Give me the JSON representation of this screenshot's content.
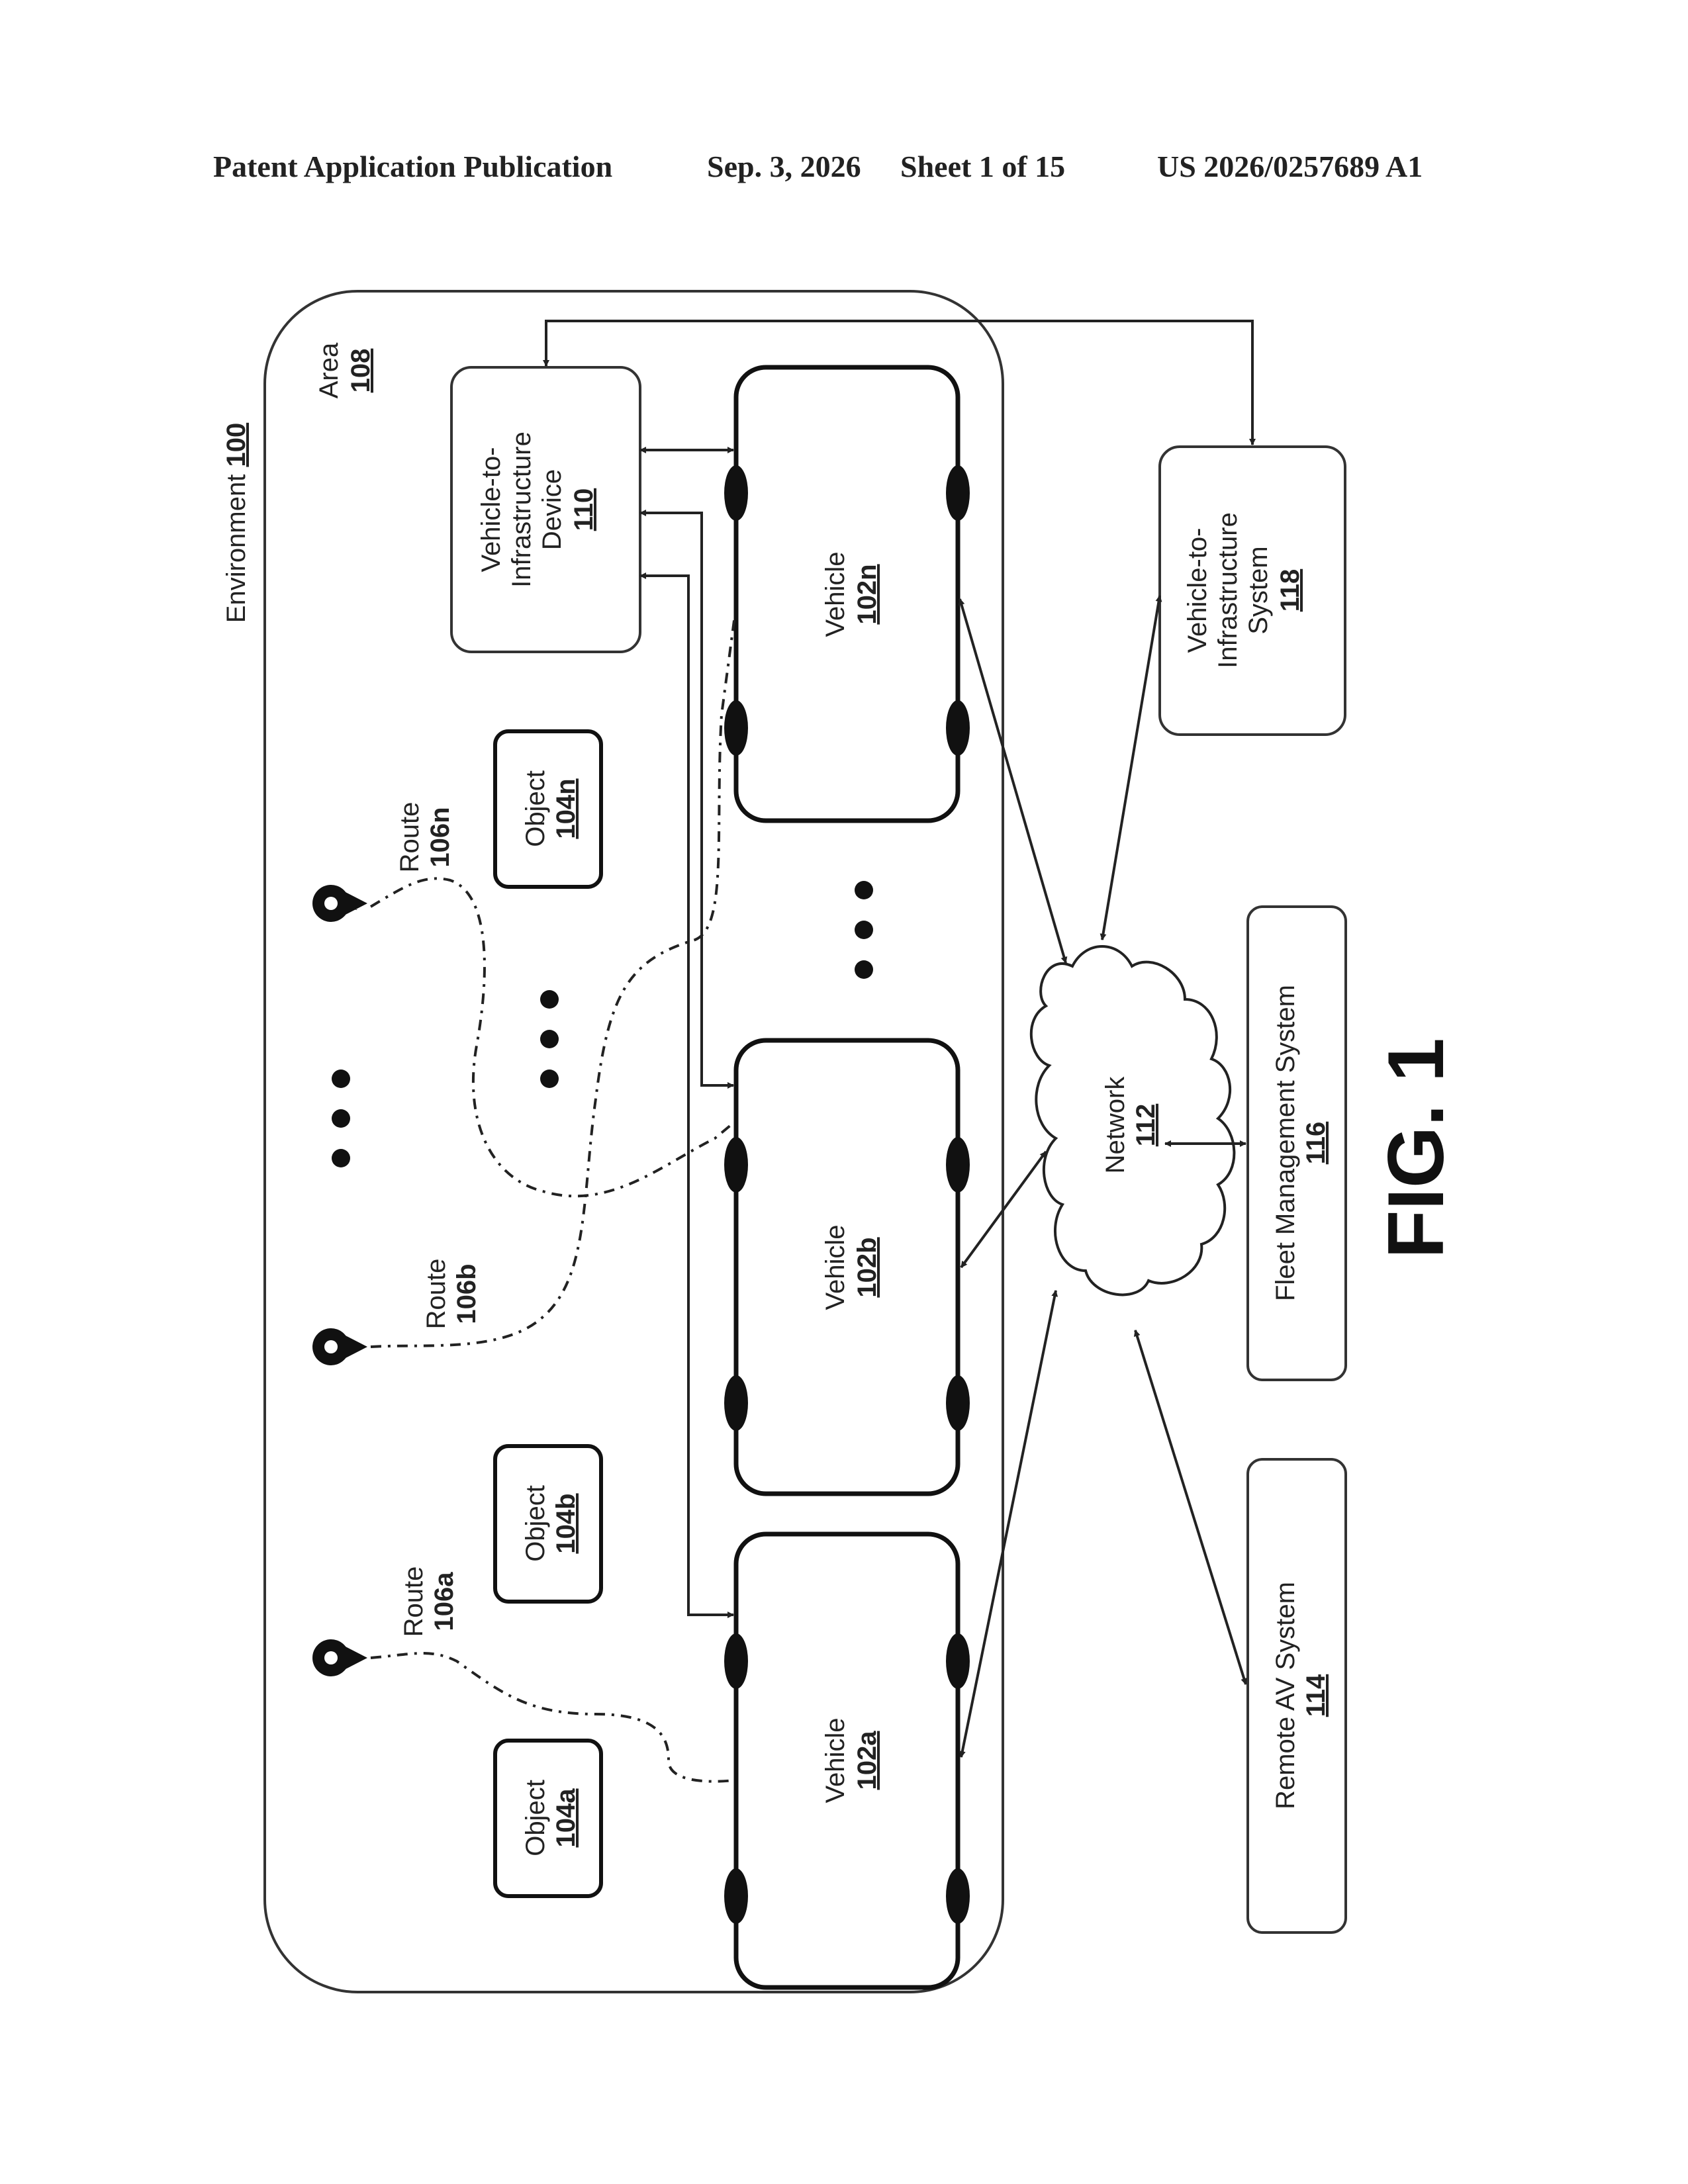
{
  "header": {
    "publication": "Patent Application Publication",
    "date": "Sep. 3, 2026",
    "sheet": "Sheet 1 of 15",
    "number": "US 2026/0257689 A1"
  },
  "diagram": {
    "environment": {
      "label": "Environment",
      "num": "100"
    },
    "area": {
      "label": "Area",
      "num": "108"
    },
    "v2i_device": {
      "line1": "Vehicle-to-",
      "line2": "Infrastructure",
      "line3": "Device",
      "num": "110"
    },
    "v2i_system": {
      "line1": "Vehicle-to-",
      "line2": "Infrastructure",
      "line3": "System",
      "num": "118"
    },
    "vehicle_n": {
      "label": "Vehicle",
      "num": "102n"
    },
    "vehicle_b": {
      "label": "Vehicle",
      "num": "102b"
    },
    "vehicle_a": {
      "label": "Vehicle",
      "num": "102a"
    },
    "object_n": {
      "label": "Object",
      "num": "104n"
    },
    "object_b": {
      "label": "Object",
      "num": "104b"
    },
    "object_a": {
      "label": "Object",
      "num": "104a"
    },
    "route_n": {
      "label": "Route",
      "num": "106n"
    },
    "route_b": {
      "label": "Route",
      "num": "106b"
    },
    "route_a": {
      "label": "Route",
      "num": "106a"
    },
    "network": {
      "label": "Network",
      "num": "112"
    },
    "fleet": {
      "label": "Fleet Management System",
      "num": "116"
    },
    "remote_av": {
      "label": "Remote AV System",
      "num": "114"
    },
    "figure_label": "FIG. 1"
  }
}
